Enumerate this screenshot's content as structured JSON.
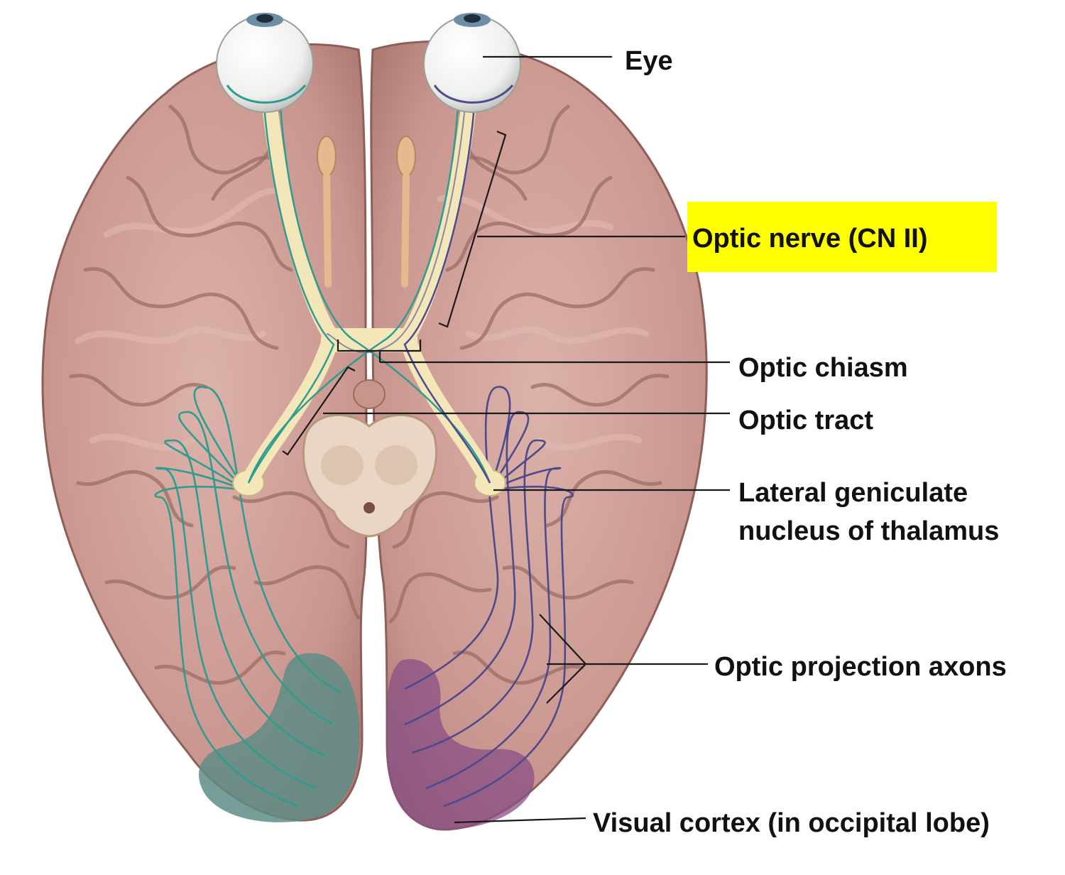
{
  "labels": {
    "eye": "Eye",
    "optic_nerve": "Optic nerve (CN II)",
    "optic_chiasm": "Optic chiasm",
    "optic_tract": "Optic tract",
    "lgn_line1": "Lateral geniculate",
    "lgn_line2": "nucleus of thalamus",
    "optic_projection_axons": "Optic projection axons",
    "visual_cortex": "Visual cortex (in occipital lobe)"
  },
  "colors": {
    "brain": "#c9968f",
    "brain_light": "#dcb0a8",
    "highlight": "#ffff00",
    "left_pathway": "#2e9c8e",
    "right_pathway": "#4e4a8c",
    "left_cortex": "#5f8c86",
    "right_cortex": "#8a4f86",
    "nerve": "#f3e6b8"
  }
}
